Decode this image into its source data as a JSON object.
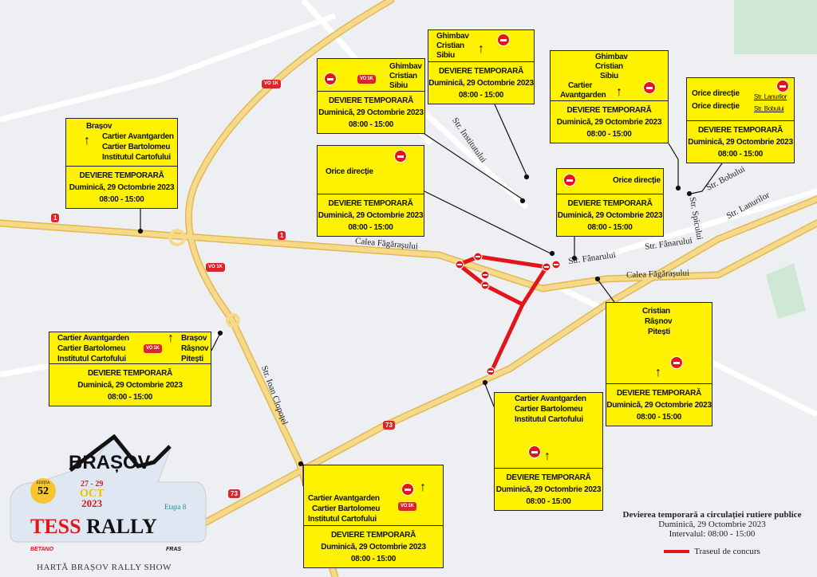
{
  "footer_default": [
    "DEVIERE TEMPORARĂ",
    "Duminică, 29 Octombrie 2023",
    "08:00 - 15:00"
  ],
  "signs": [
    {
      "id": "sign-brasov-avantgarden",
      "dest": [
        "Brașov",
        "Cartier Avantgarden",
        "Cartier Bartolomeu",
        "Institutul Cartofului"
      ],
      "footer": [
        "DEVIERE TEMPORARĂ",
        "Duminică, 29 Octombrie 2023",
        "08:00 - 15:00"
      ]
    },
    {
      "id": "sign-ghimbav-right",
      "dest": [
        "Ghimbav",
        "Cristian",
        "Sibiu"
      ],
      "route": "VO 1K",
      "footer": [
        "DEVIERE TEMPORARĂ",
        "Duminică, 29 Octombrie 2023",
        "08:00 - 15:00"
      ]
    },
    {
      "id": "sign-ghimbav-left",
      "dest": [
        "Ghimbav",
        "Cristian",
        "Sibiu"
      ],
      "footer": [
        "DEVIERE TEMPORARĂ",
        "Duminică, 29 Octombrie 2023",
        "08:00 - 15:00"
      ]
    },
    {
      "id": "sign-roundabout-ghimbav",
      "dest": [
        "Ghimbav",
        "Cristian",
        "Sibiu",
        "Cartier",
        "Avantgarden"
      ],
      "footer": [
        "DEVIERE TEMPORARĂ",
        "Duminică, 29 Octombrie 2023",
        "08:00 - 15:00"
      ]
    },
    {
      "id": "sign-lanurilor-bobului",
      "dest": [
        "Orice direcție",
        "Orice direcție",
        "Str. Lanurilor",
        "Str. Bobului"
      ],
      "footer": [
        "DEVIERE TEMPORARĂ",
        "Duminică, 29 Octombrie 2023",
        "08:00 - 15:00"
      ]
    },
    {
      "id": "sign-orice-directie-left",
      "dest": [
        "Orice direcție"
      ],
      "footer": [
        "DEVIERE TEMPORARĂ",
        "Duminică, 29 Octombrie 2023",
        "08:00 - 15:00"
      ]
    },
    {
      "id": "sign-orice-directie-right",
      "dest": [
        "Orice direcție"
      ],
      "footer": [
        "DEVIERE TEMPORARĂ",
        "Duminică, 29 Octombrie 2023",
        "08:00 - 15:00"
      ]
    },
    {
      "id": "sign-roundabout-west",
      "dest": [
        "Cartier Avantgarden",
        "Cartier Bartolomeu",
        "Institutul Cartofului",
        "Brașov",
        "Râșnov",
        "Pitești"
      ],
      "route": "VO 1K",
      "footer": [
        "DEVIERE TEMPORARĂ",
        "Duminică, 29 Octombrie 2023",
        "08:00 - 15:00"
      ]
    },
    {
      "id": "sign-cristian-rasnov",
      "dest": [
        "Cristian",
        "Râșnov",
        "Pitești"
      ],
      "footer": [
        "DEVIERE TEMPORARĂ",
        "Duminică, 29 Octombrie 2023",
        "08:00 - 15:00"
      ]
    },
    {
      "id": "sign-avantgarden-south",
      "dest": [
        "Cartier Avantgarden",
        "Cartier Bartolomeu",
        "Institutul Cartofului"
      ],
      "footer": [
        "DEVIERE TEMPORARĂ",
        "Duminică, 29 Octombrie 2023",
        "08:00 - 15:00"
      ]
    },
    {
      "id": "sign-avantgarden-clopotel",
      "dest": [
        "Cartier Avantgarden",
        "Cartier Bartolomeu",
        "Institutul Cartofului"
      ],
      "route": "VO 1K",
      "footer": [
        "DEVIERE TEMPORARĂ",
        "Duminică, 29 Octombrie 2023",
        "08:00 - 15:00"
      ]
    }
  ],
  "streets": [
    "Calea Făgărașului",
    "Calea Făgărașului",
    "Str. Institutului",
    "Str. Fânarului",
    "Str. Fânarului",
    "Str. Spicului",
    "Str. Bobului",
    "Str. Lanurilor",
    "Str. Ioan Clopoțel"
  ],
  "road_shields": [
    "1",
    "1",
    "73",
    "73",
    "VO 1K",
    "VO 1K"
  ],
  "logo": {
    "city": "BRAȘOV",
    "edition_label": "EDIȚIA",
    "edition": "52",
    "dates": "27 - 29",
    "month": "OCT",
    "year": "2023",
    "stage": "Etapa 8",
    "name1": "TESS",
    "name2": "RALLY",
    "sponsor": "BETANO",
    "org": "FRAS",
    "caption": "HARTĂ BRAȘOV RALLY SHOW"
  },
  "legend": {
    "title": "Devierea temporară a circulației rutiere publice",
    "date": "Duminică, 29 Octombrie 2023",
    "interval": "Intervalul: 08:00 - 15:00",
    "route_label": "Traseul de concurs",
    "route_color": "#e3151b"
  }
}
